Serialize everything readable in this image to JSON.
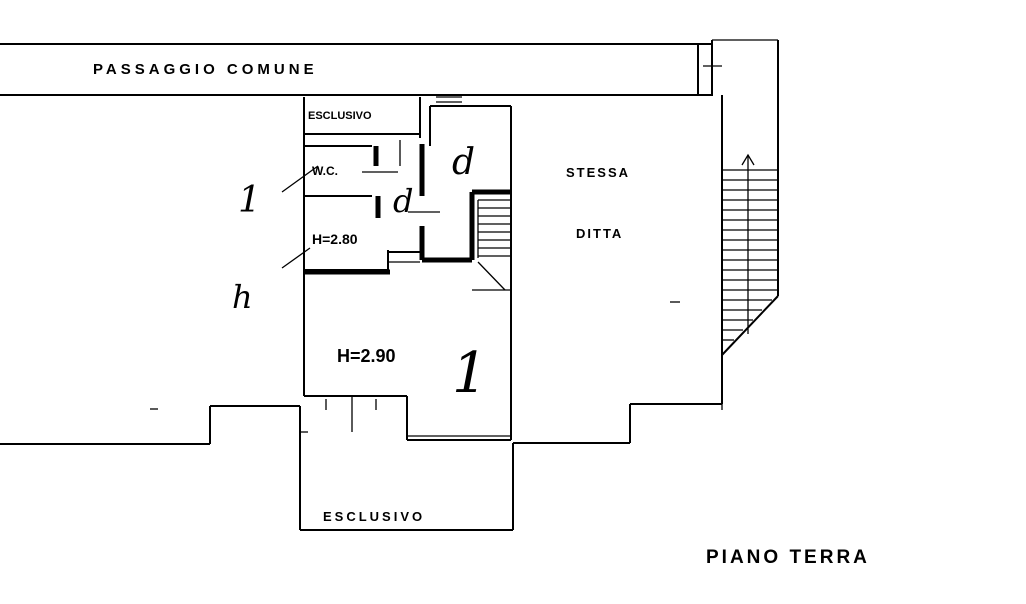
{
  "labels": {
    "corridor": "PASSAGGIO COMUNE",
    "exclusive_top": "ESCLUSIVO",
    "wc": "W.C.",
    "room_height_small": "H=2.80",
    "room_height_main": "H=2.90",
    "neighbor_line1": "STESSA",
    "neighbor_line2": "DITTA",
    "exclusive_bottom": "ESCLUSIVO",
    "floor": "PIANO TERRA"
  },
  "handwritten": {
    "mark_left_upper": "1",
    "mark_left_lower": "h",
    "mark_hall": "d",
    "mark_center": "d",
    "mark_main": "1"
  }
}
